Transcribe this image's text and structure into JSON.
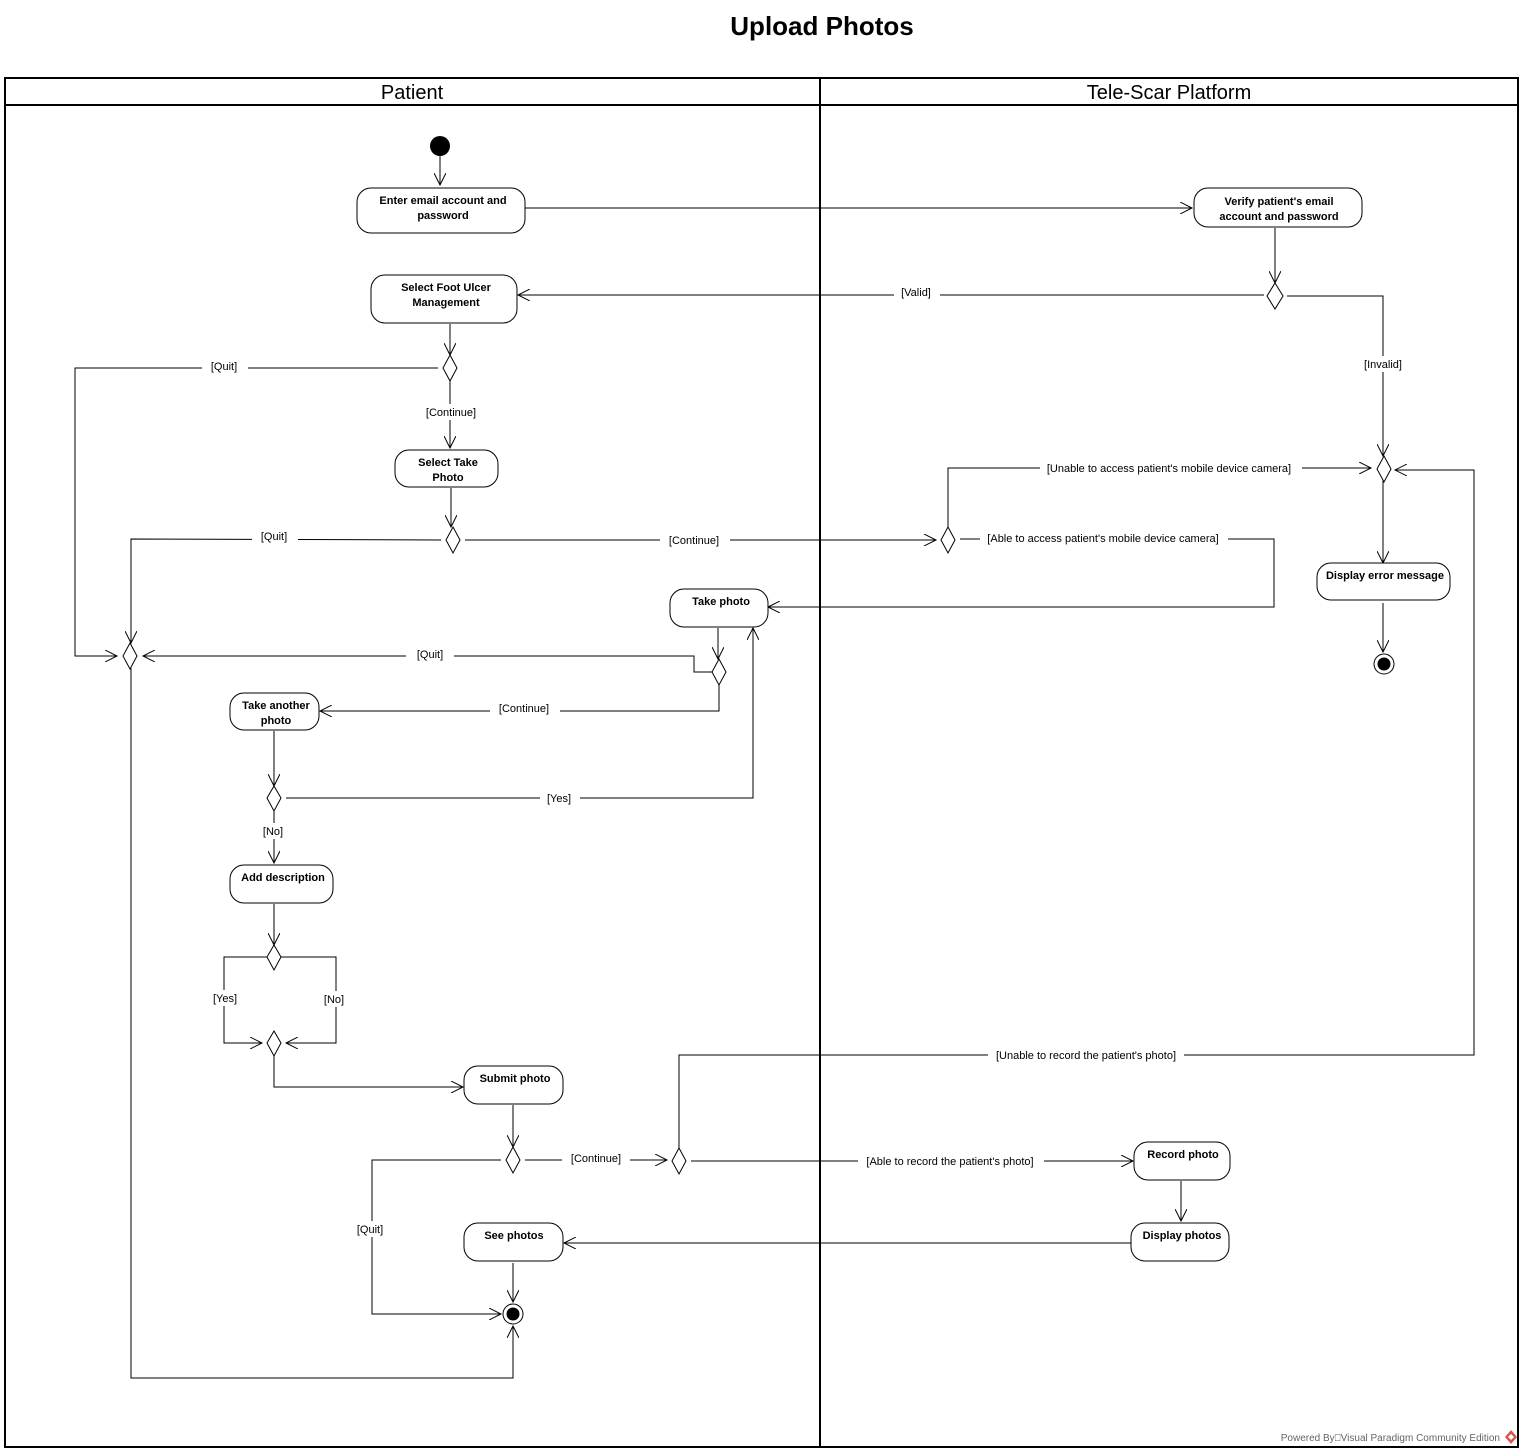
{
  "title": "Upload Photos",
  "lanes": [
    "Patient",
    "Tele-Scar Platform"
  ],
  "actions": {
    "enter_credentials": [
      "Enter email account and",
      "password"
    ],
    "verify_credentials": [
      "Verify patient's email",
      "account and password"
    ],
    "select_foot_ulcer": [
      "Select Foot Ulcer",
      "Management"
    ],
    "select_take_photo": [
      "Select Take",
      "Photo"
    ],
    "display_error": [
      "Display error message"
    ],
    "take_photo": [
      "Take photo"
    ],
    "take_another_photo": [
      "Take another",
      "photo"
    ],
    "add_description": [
      "Add description"
    ],
    "submit_photo": [
      "Submit photo"
    ],
    "record_photo": [
      "Record photo"
    ],
    "see_photos": [
      "See photos"
    ],
    "display_photos": [
      "Display photos"
    ]
  },
  "guards": {
    "valid": "[Valid]",
    "invalid": "[Invalid]",
    "quit_1": "[Quit]",
    "continue_1": "[Continue]",
    "quit_2": "[Quit]",
    "continue_2": "[Continue]",
    "unable_camera": "[Unable to access patient's mobile device camera]",
    "able_camera": "[Able to access patient's mobile device camera]",
    "quit_3": "[Quit]",
    "continue_3": "[Continue]",
    "yes_1": "[Yes]",
    "no_1": "[No]",
    "yes_2": "[Yes]",
    "no_2": "[No]",
    "unable_record": "[Unable to record the patient's photo]",
    "continue_4": "[Continue]",
    "able_record": "[Able to record the patient's photo]",
    "quit_4": "[Quit]"
  },
  "footer": "Powered By⎕Visual Paradigm Community Edition"
}
